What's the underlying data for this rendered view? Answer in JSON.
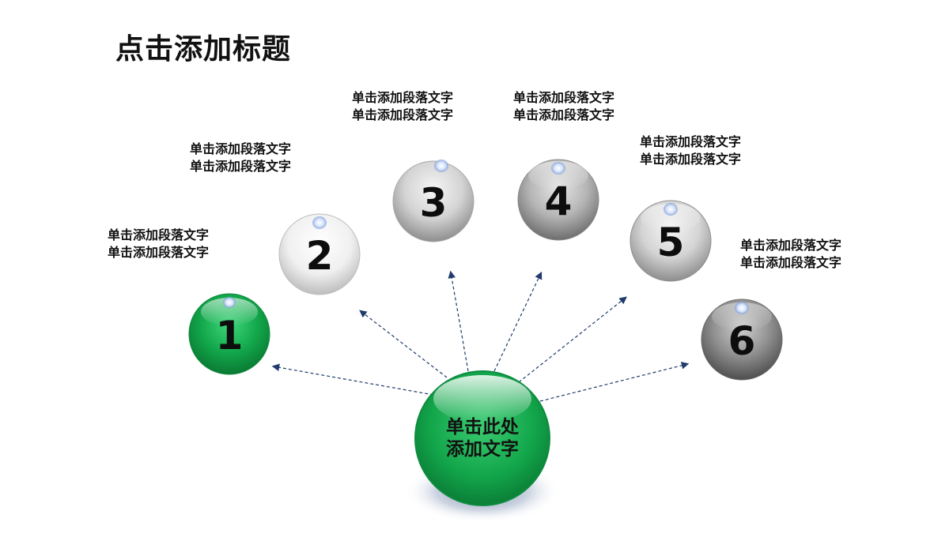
{
  "title": "点击添加标题",
  "center": {
    "line1": "单击此处",
    "line2": "添加文字"
  },
  "items": [
    {
      "number": "1",
      "text1": "单击添加段落文字",
      "text2": "单击添加段落文字",
      "style": "green"
    },
    {
      "number": "2",
      "text1": "单击添加段落文字",
      "text2": "单击添加段落文字",
      "style": "silver-light"
    },
    {
      "number": "3",
      "text1": "单击添加段落文字",
      "text2": "单击添加段落文字",
      "style": "silver"
    },
    {
      "number": "4",
      "text1": "单击添加段落文字",
      "text2": "单击添加段落文字",
      "style": "silver-dark"
    },
    {
      "number": "5",
      "text1": "单击添加段落文字",
      "text2": "单击添加段落文字",
      "style": "silver"
    },
    {
      "number": "6",
      "text1": "单击添加段落文字",
      "text2": "单击添加段落文字",
      "style": "gray"
    }
  ],
  "colors": {
    "green": "#12a84a",
    "arrow": "#1f3a6b"
  }
}
